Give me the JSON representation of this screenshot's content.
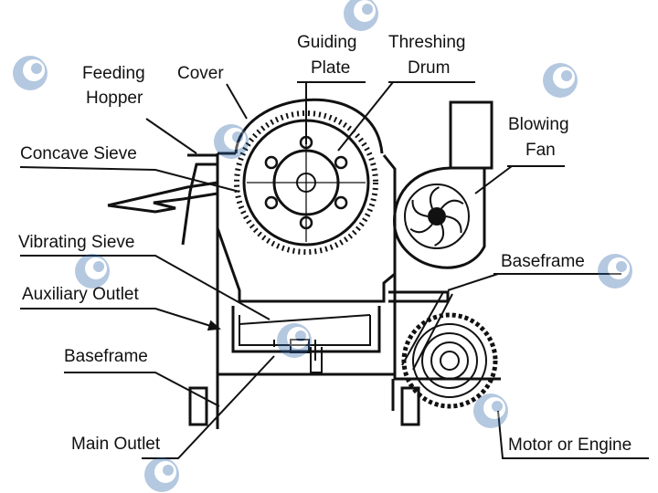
{
  "diagram": {
    "labels": {
      "feeding_hopper_1": "Feeding",
      "feeding_hopper_2": "Hopper",
      "cover": "Cover",
      "guiding_plate_1": "Guiding",
      "guiding_plate_2": "Plate",
      "threshing_drum_1": "Threshing",
      "threshing_drum_2": "Drum",
      "blowing_fan_1": "Blowing",
      "blowing_fan_2": "Fan",
      "concave_sieve": "Concave Sieve",
      "vibrating_sieve": "Vibrating Sieve",
      "auxiliary_outlet": "Auxiliary Outlet",
      "baseframe_left": "Baseframe",
      "baseframe_right": "Baseframe",
      "main_outlet": "Main Outlet",
      "motor_or_engine": "Motor or Engine"
    },
    "colors": {
      "ink": "#111111",
      "watermark": "#2a63a8",
      "background": "#ffffff"
    },
    "watermark_icon": "swirl-logo-icon"
  }
}
